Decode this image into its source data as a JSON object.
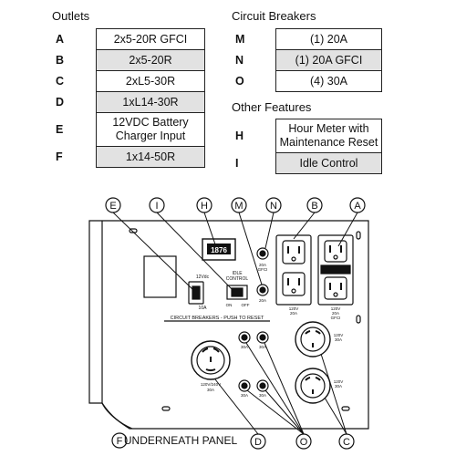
{
  "outlets": {
    "title": "Outlets",
    "items": [
      {
        "letter": "A",
        "desc": "2x5-20R GFCI"
      },
      {
        "letter": "B",
        "desc": "2x5-20R"
      },
      {
        "letter": "C",
        "desc": "2xL5-30R"
      },
      {
        "letter": "D",
        "desc": "1xL14-30R"
      },
      {
        "letter": "E",
        "desc": "12VDC Battery Charger Input"
      },
      {
        "letter": "F",
        "desc": "1x14-50R"
      }
    ]
  },
  "breakers": {
    "title": "Circuit Breakers",
    "items": [
      {
        "letter": "M",
        "desc": "(1) 20A"
      },
      {
        "letter": "N",
        "desc": "(1) 20A GFCI"
      },
      {
        "letter": "O",
        "desc": "(4) 30A"
      }
    ]
  },
  "features": {
    "title": "Other Features",
    "items": [
      {
        "letter": "H",
        "desc": "Hour Meter with Maintenance Reset"
      },
      {
        "letter": "I",
        "desc": "Idle Control"
      }
    ]
  },
  "diagram": {
    "callouts": {
      "E": "E",
      "I": "I",
      "H": "H",
      "M": "M",
      "N": "N",
      "B": "B",
      "A": "A",
      "F": "F",
      "D": "D",
      "O": "O",
      "C": "C"
    },
    "underneath_panel": "UNDERNEATH PANEL",
    "hour_meter_display": "1876",
    "dc_label_top": "12Vdc",
    "dc_label_bottom": "10A",
    "idle_label_line1": "IDLE",
    "idle_label_line2": "CONTROL",
    "idle_on": "ON",
    "idle_off": "OFF",
    "breaker_strip": "CIRCUIT BREAKERS - PUSH TO RESET",
    "n_breaker_line1": "20A",
    "n_breaker_line2": "GFCI",
    "m_breaker": "20A",
    "b_outlet_line1": "120V",
    "b_outlet_line2": "20A",
    "a_outlet_line1": "120V",
    "a_outlet_line2": "20A",
    "a_outlet_line3": "GFCI",
    "d_outlet_line1": "120V/240V",
    "d_outlet_line2": "30A",
    "c_upper_line1": "120V",
    "c_upper_line2": "30A",
    "c_lower_line1": "120V",
    "c_lower_line2": "30A",
    "o_breaker": "30A"
  }
}
